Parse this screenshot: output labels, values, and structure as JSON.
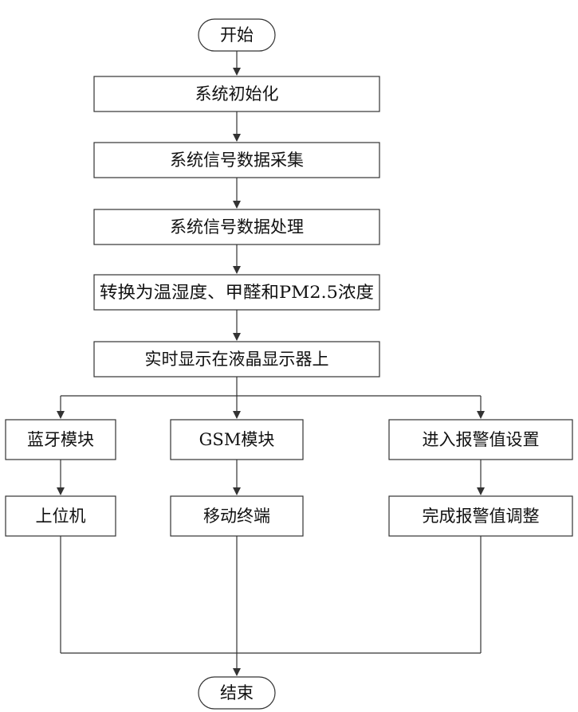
{
  "diagram": {
    "start": "开始",
    "end": "结束",
    "steps": [
      "系统初始化",
      "系统信号数据采集",
      "系统信号数据处理",
      "转换为温湿度、甲醛和PM2.5浓度",
      "实时显示在液晶显示器上"
    ],
    "branches": [
      {
        "first": "蓝牙模块",
        "second": "上位机"
      },
      {
        "first": "GSM模块",
        "second": "移动终端"
      },
      {
        "first": "进入报警值设置",
        "second": "完成报警值调整"
      }
    ],
    "colors": {
      "line": "#333333",
      "box_fill": "#ffffff",
      "text": "#111111"
    }
  }
}
